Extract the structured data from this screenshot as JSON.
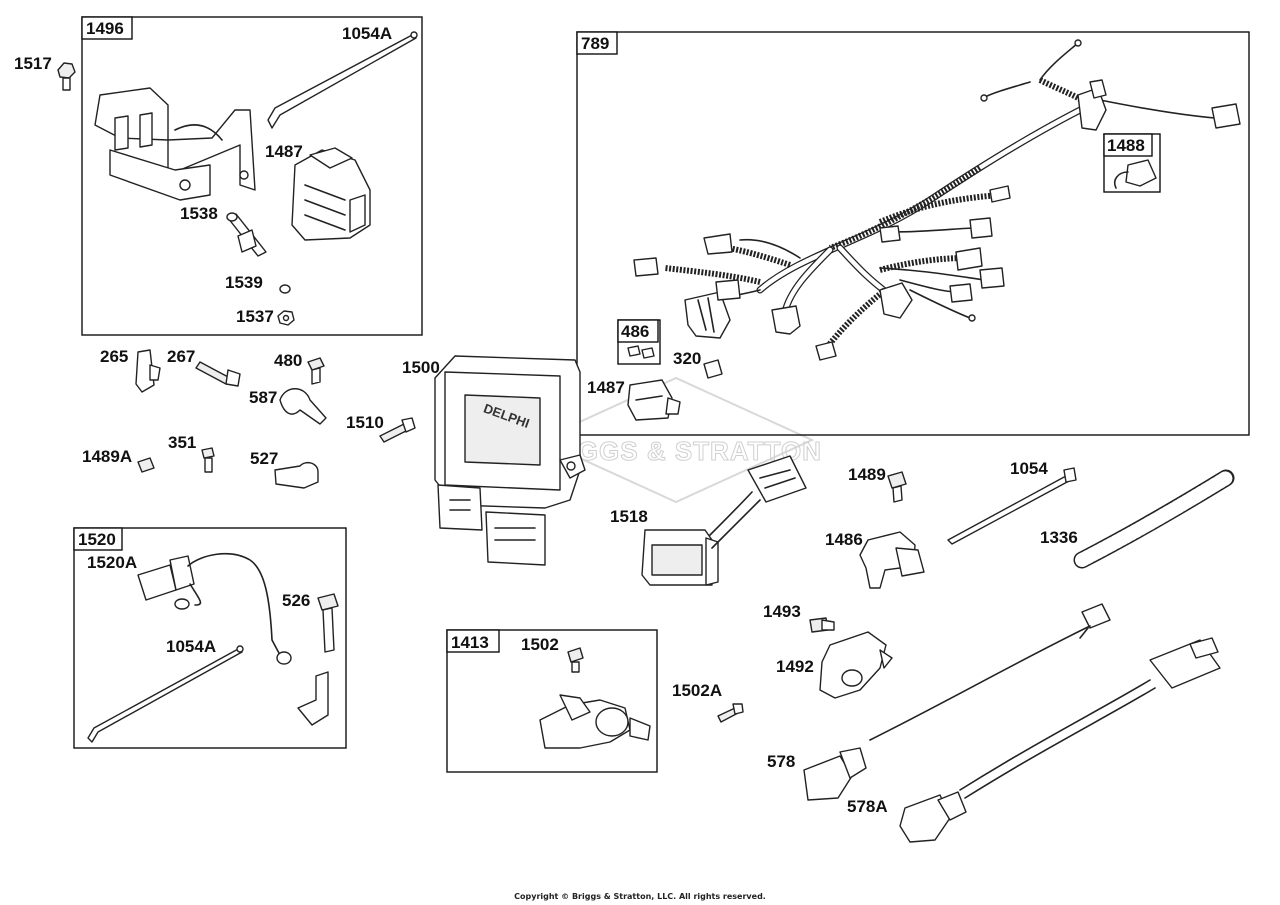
{
  "diagram": {
    "group_boxes": [
      {
        "id": "1496",
        "label": "1496"
      },
      {
        "id": "789",
        "label": "789"
      },
      {
        "id": "1488",
        "label": "1488"
      },
      {
        "id": "486",
        "label": "486"
      },
      {
        "id": "1520",
        "label": "1520"
      },
      {
        "id": "1413",
        "label": "1413"
      }
    ],
    "part_labels": {
      "p1517": "1517",
      "p1054A_top": "1054A",
      "p1487_top": "1487",
      "p1538": "1538",
      "p1539": "1539",
      "p1537": "1537",
      "p265": "265",
      "p267": "267",
      "p480": "480",
      "p587": "587",
      "p1500": "1500",
      "p1510": "1510",
      "p1489A": "1489A",
      "p351": "351",
      "p527": "527",
      "p1520A": "1520A",
      "p526": "526",
      "p1054A_bottom": "1054A",
      "p1502": "1502",
      "p1502A": "1502A",
      "p1518": "1518",
      "p1489": "1489",
      "p1054": "1054",
      "p1336": "1336",
      "p1486": "1486",
      "p1493": "1493",
      "p1492": "1492",
      "p578": "578",
      "p578A": "578A",
      "p320": "320",
      "p1487_harness": "1487"
    },
    "ecu_markings": {
      "brand": "DELPHI"
    },
    "watermark": "BRIGGS & STRATTON",
    "copyright": "Copyright © Briggs & Stratton, LLC. All rights reserved."
  }
}
